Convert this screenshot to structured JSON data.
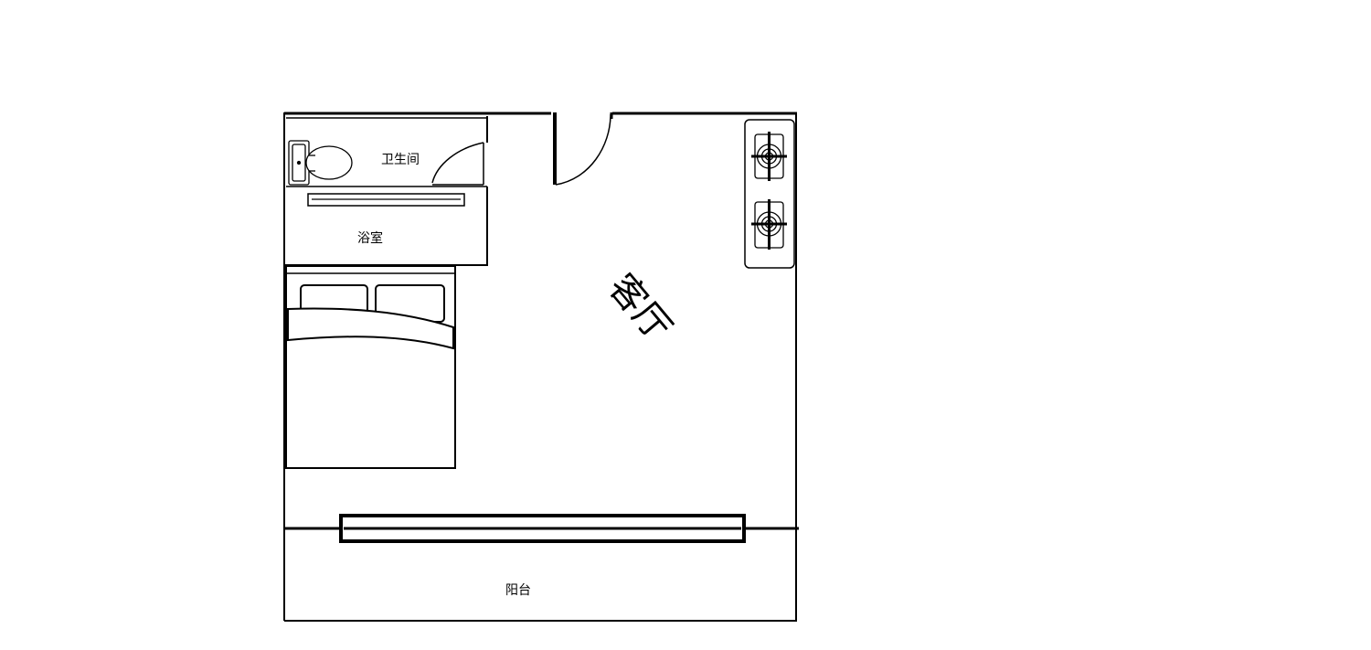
{
  "rooms": {
    "bathroom": "卫生间",
    "shower": "浴室",
    "living_room": "客厅",
    "balcony": "阳台"
  },
  "colors": {
    "background": "#ffffff",
    "line": "#000000"
  },
  "icons": [
    "toilet-icon",
    "stove-burner-icon",
    "bed-icon",
    "door-swing-icon",
    "sliding-door-icon",
    "shower-bar-icon"
  ]
}
